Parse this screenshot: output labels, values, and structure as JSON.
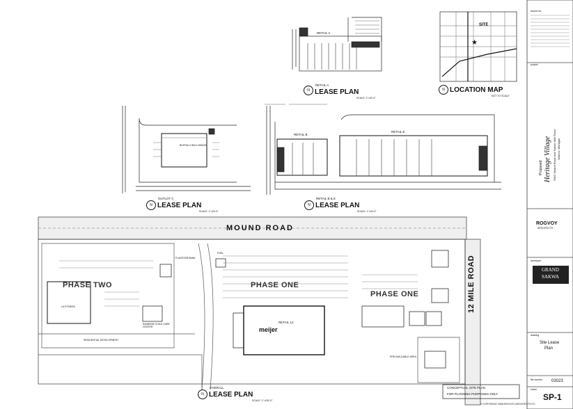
{
  "plans": {
    "retail_a": {
      "label": "RETAIL A",
      "title": "LEASE PLAN",
      "scale": "SCALE: 1\"=40'-0\""
    },
    "location": {
      "title": "LOCATION MAP",
      "scale": "NOT TO SCALE",
      "site": "SITE"
    },
    "outlot_c": {
      "label": "OUTLOT C",
      "title": "LEASE PLAN",
      "scale": "SCALE: 1\"=40'-0\"",
      "tenant": "BUFFALO WILD WINGS"
    },
    "retail_be": {
      "label": "RETAIL B & E",
      "title": "LEASE PLAN",
      "scale": "SCALE: 1\"=40'-0\"",
      "b": "RETAIL B",
      "e": "RETAIL E"
    },
    "overall": {
      "label": "OVERALL",
      "title": "LEASE PLAN",
      "scale": "SCALE: 1\"=100'-0\""
    }
  },
  "site": {
    "road_top": "MOUND ROAD",
    "road_right": "12 MILE ROAD",
    "phase_two": "PHASE TWO",
    "phase_one_a": "PHASE ONE",
    "phase_one_b": "PHASE ONE",
    "meijer": "meijer",
    "retail_12": "RETAIL 12",
    "la_fitness": "LA FITNESS",
    "residential": "RESIDENTIAL DEVELOPMENT",
    "rainbow": "RAINBOW CHILD CARE CENTER",
    "flagstar": "FLAGSTAR BANK",
    "fuel": "FUEL",
    "pre_buildable": "PRE-BUILDABLE AREA",
    "note_line1": "CONCEPTUAL SITE PLAN",
    "note_line2": "FOR PLANNING PURPOSES ONLY",
    "copyright": "© COPYRIGHT 2008 ROGVOY ARCHITECTS P.C."
  },
  "title_block": {
    "issued_for": "issued for:",
    "project_label": "project",
    "proposed": "Proposed",
    "project_name": "Heritage Village",
    "address1": "SWC Mound Road and Twelve Mile Road",
    "address2": "Warren, Michigan",
    "firm": "ROGVOY",
    "firm_sub": "ARCHITECTS",
    "developer_label": "developer",
    "dev1": "GRAND",
    "dev2": "SAKWA",
    "drawing_label": "drawing",
    "drawing1": "Site Lease",
    "drawing2": "Plan",
    "file_label": "file number",
    "file_number": "03023",
    "sheet_label": "sheet",
    "sheet": "SP-1"
  },
  "colors": {
    "ink": "#111111",
    "road": "#e6e6e6",
    "hatch": "#888888",
    "paper": "#ffffff"
  }
}
